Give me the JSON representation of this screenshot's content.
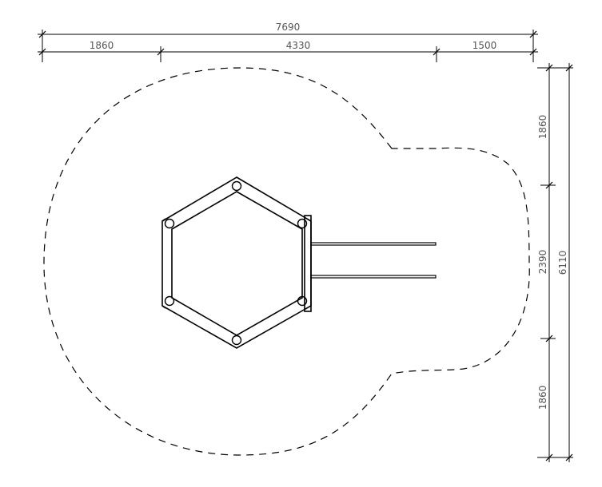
{
  "dimensions": {
    "top_total": "7690",
    "top_segments": [
      "1860",
      "4330",
      "1500"
    ],
    "right_segments": [
      "1860",
      "2390",
      "1860"
    ],
    "right_total": "6110"
  },
  "colors": {
    "line": "#000000",
    "text": "#555555",
    "background": "#ffffff"
  }
}
